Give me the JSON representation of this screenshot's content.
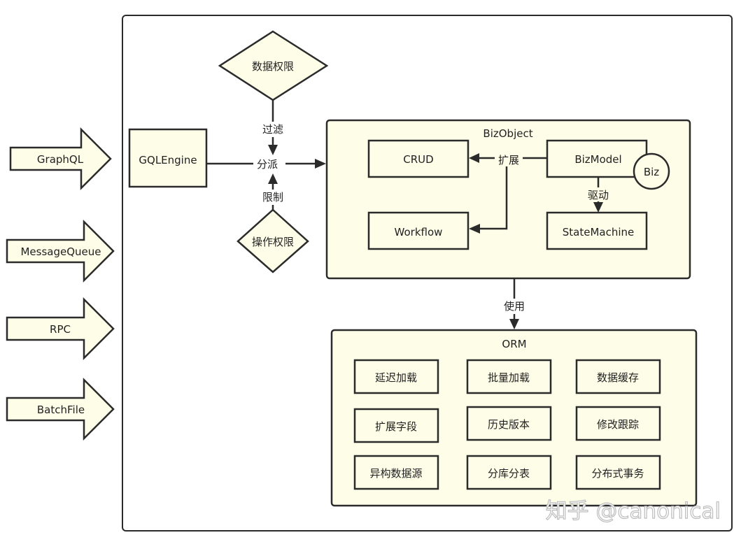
{
  "inputs": [
    {
      "label": "GraphQL"
    },
    {
      "label": "MessageQueue"
    },
    {
      "label": "RPC"
    },
    {
      "label": "BatchFile"
    }
  ],
  "engine": {
    "label": "GQLEngine"
  },
  "data_permission": {
    "label": "数据权限"
  },
  "operation_permission": {
    "label": "操作权限"
  },
  "edges": {
    "filter": "过滤",
    "dispatch": "分派",
    "restrict": "限制",
    "extend": "扩展",
    "drive": "驱动",
    "use": "使用"
  },
  "bizobject": {
    "title": "BizObject",
    "crud": "CRUD",
    "bizmodel": "BizModel",
    "biz": "Biz",
    "workflow": "Workflow",
    "statemachine": "StateMachine"
  },
  "orm": {
    "title": "ORM",
    "items": [
      "延迟加载",
      "批量加载",
      "数据缓存",
      "扩展字段",
      "历史版本",
      "修改跟踪",
      "异构数据源",
      "分库分表",
      "分布式事务"
    ]
  },
  "watermark": "知乎 @canonical"
}
